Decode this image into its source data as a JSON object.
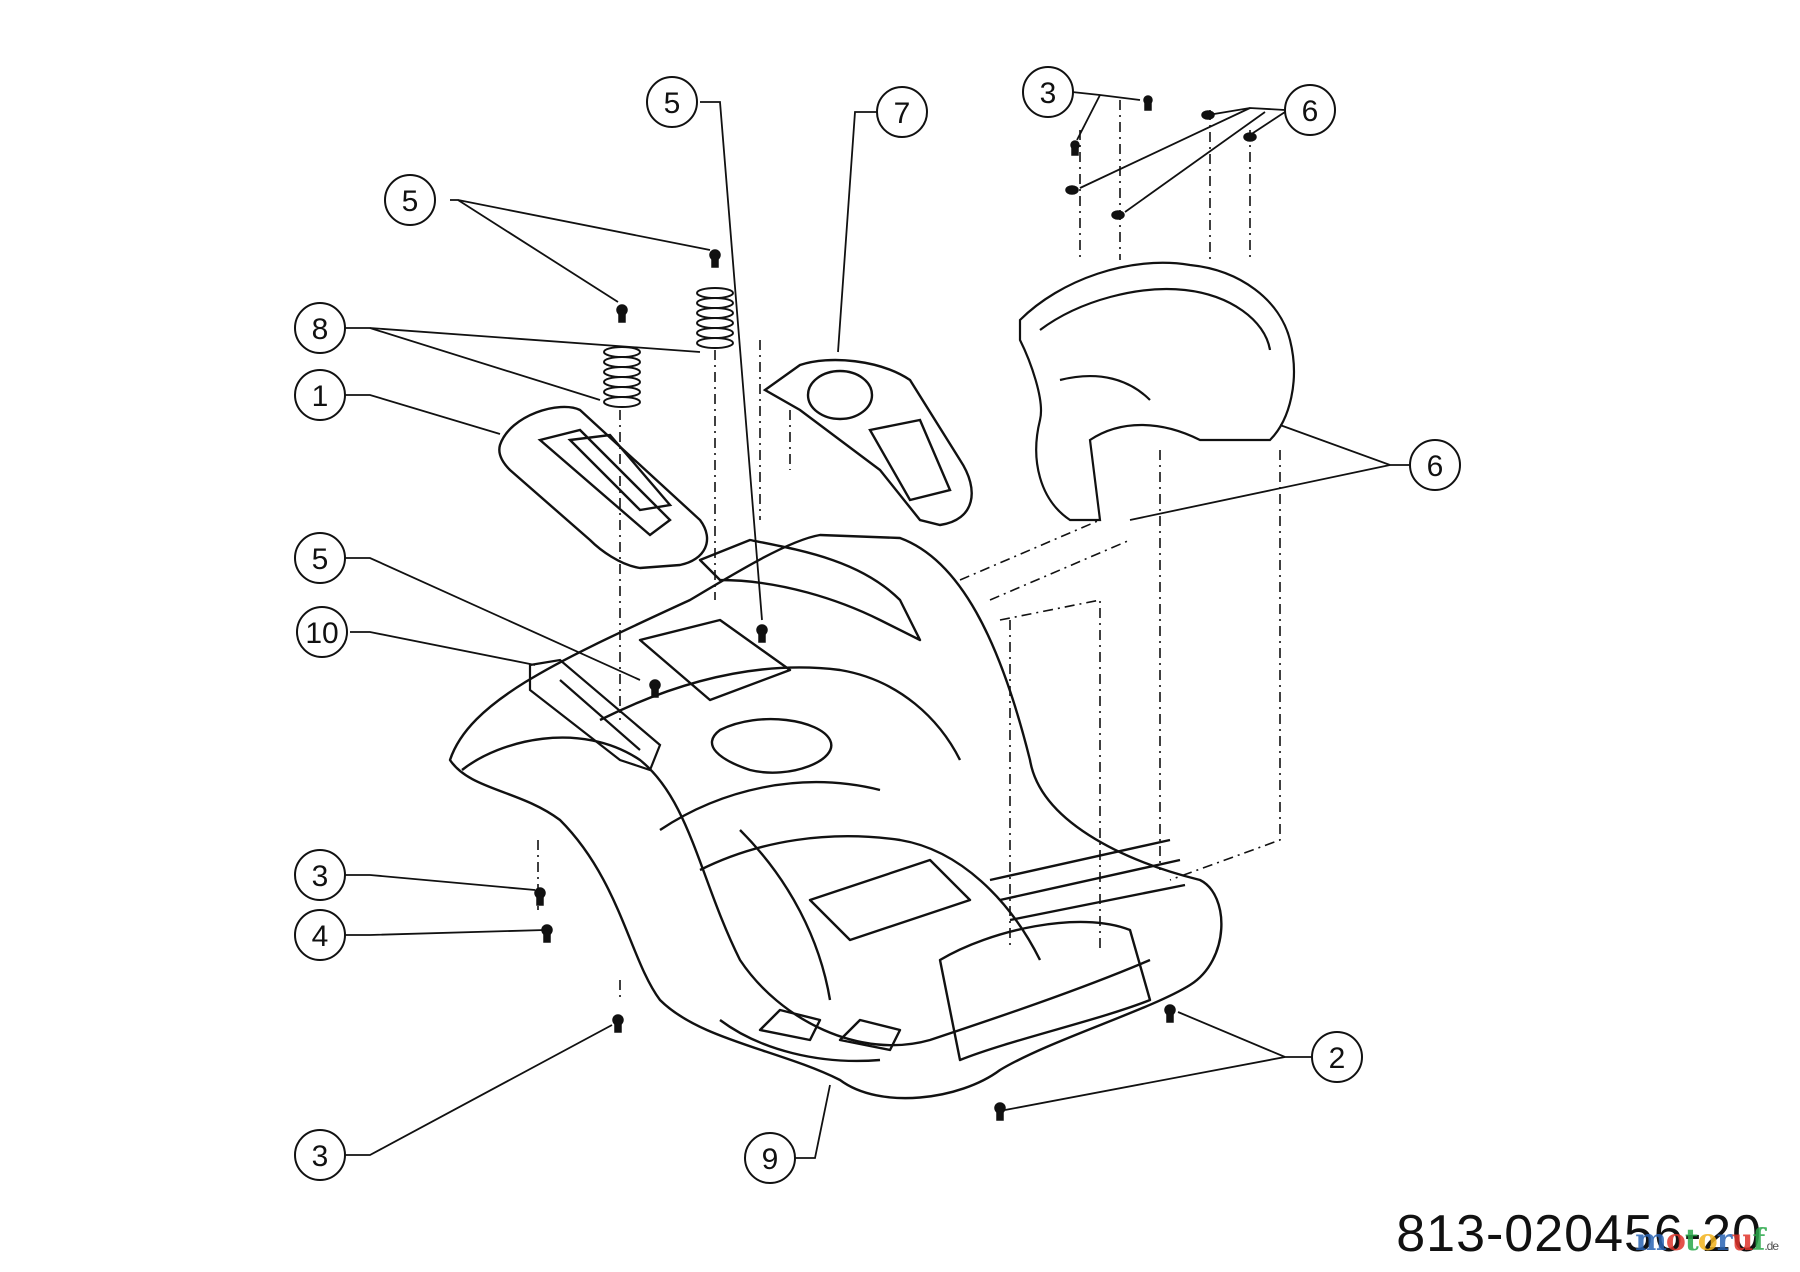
{
  "diagram": {
    "callouts": [
      {
        "id": "c5a",
        "label": "5"
      },
      {
        "id": "c5b",
        "label": "5"
      },
      {
        "id": "c7",
        "label": "7"
      },
      {
        "id": "c3a",
        "label": "3"
      },
      {
        "id": "c6a",
        "label": "6"
      },
      {
        "id": "c8",
        "label": "8"
      },
      {
        "id": "c1",
        "label": "1"
      },
      {
        "id": "c6b",
        "label": "6"
      },
      {
        "id": "c5c",
        "label": "5"
      },
      {
        "id": "c10",
        "label": "10"
      },
      {
        "id": "c3b",
        "label": "3"
      },
      {
        "id": "c4",
        "label": "4"
      },
      {
        "id": "c2",
        "label": "2"
      },
      {
        "id": "c3c",
        "label": "3"
      },
      {
        "id": "c9",
        "label": "9"
      }
    ],
    "part_number": "813-020456-20",
    "watermark": {
      "letters": [
        "m",
        "o",
        "t",
        "o",
        "r",
        "u",
        "f"
      ],
      "colors": [
        "#2a64b4",
        "#e0342b",
        "#2aa84a",
        "#f2b21c",
        "#2a64b4",
        "#e0342b",
        "#2aa84a"
      ],
      "suffix": ".de"
    }
  }
}
